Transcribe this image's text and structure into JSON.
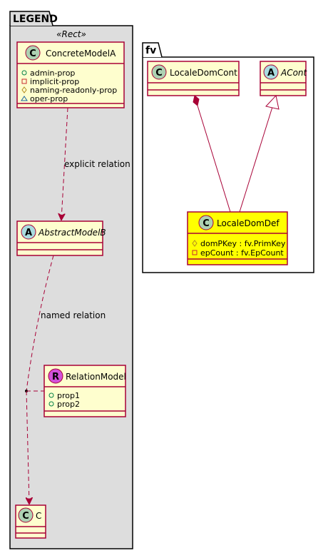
{
  "legend": {
    "title": "LEGEND",
    "stereotype": "«Rect»",
    "concrete_model": {
      "name": "ConcreteModelA",
      "kind_letter": "C",
      "members": [
        {
          "visibility": "+",
          "name": "admin-prop"
        },
        {
          "visibility": "-",
          "name": "implicit-prop"
        },
        {
          "visibility": "#",
          "name": "naming-readonly-prop"
        },
        {
          "visibility": "~",
          "name": "oper-prop"
        }
      ]
    },
    "abstract_model": {
      "name": "AbstractModelB",
      "kind_letter": "A"
    },
    "relation_model": {
      "name": "RelationModel",
      "kind_letter": "R",
      "members": [
        {
          "visibility": "+",
          "name": "prop1"
        },
        {
          "visibility": "+",
          "name": "prop2"
        }
      ]
    },
    "c_model": {
      "name": "C",
      "kind_letter": "C"
    },
    "explicit_relation_label": "explicit relation",
    "named_relation_label": "named relation"
  },
  "fv": {
    "title": "fv",
    "locale_dom_cont": {
      "name": "LocaleDomCont",
      "kind_letter": "C"
    },
    "a_cont": {
      "name": "ACont",
      "kind_letter": "A"
    },
    "locale_dom_def": {
      "name": "LocaleDomDef",
      "kind_letter": "C",
      "members": [
        {
          "visibility": "#",
          "name": "domPKey : fv.PrimKey"
        },
        {
          "visibility": "-",
          "name": "epCount : fv.EpCount"
        }
      ]
    }
  },
  "colors": {
    "class_fill": "#FEFECE",
    "class_border": "#A80036",
    "highlight_fill": "#FFFF00",
    "legend_bg": "#DDDDDD",
    "circle_c": "#ADD1B2",
    "circle_a": "#A9DCDF",
    "circle_r": "#D150D9",
    "arrow": "#A80036",
    "visibility_public": "#038048",
    "visibility_private": "#C82930",
    "visibility_protected": "#B38D22",
    "visibility_package": "#1963A0"
  }
}
